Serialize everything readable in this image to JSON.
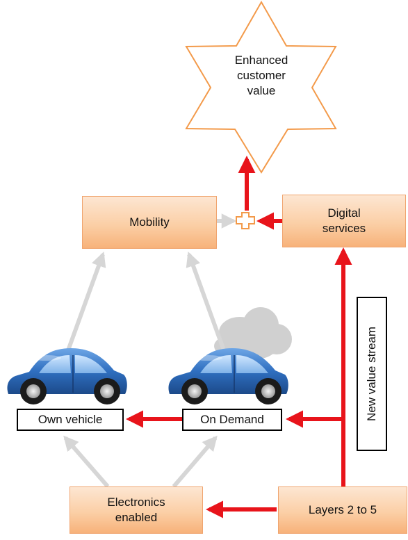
{
  "star_label": "Enhanced\ncustomer\nvalue",
  "boxes": {
    "mobility": "Mobility",
    "digital_services": "Digital\nservices",
    "electronics_enabled": "Electronics\nenabled",
    "layers": "Layers 2 to 5"
  },
  "vehicles": {
    "own_vehicle": "Own vehicle",
    "on_demand": "On Demand"
  },
  "new_value_stream": "New value stream",
  "colors": {
    "box_fill_top": "#fde6d2",
    "box_fill_bottom": "#f7b27a",
    "box_border": "#f0a46e",
    "arrow_red": "#e8141b",
    "arrow_gray": "#d6d6d6",
    "car_blue": "#2f6fc0",
    "cloud_gray": "#cfcfcf"
  }
}
